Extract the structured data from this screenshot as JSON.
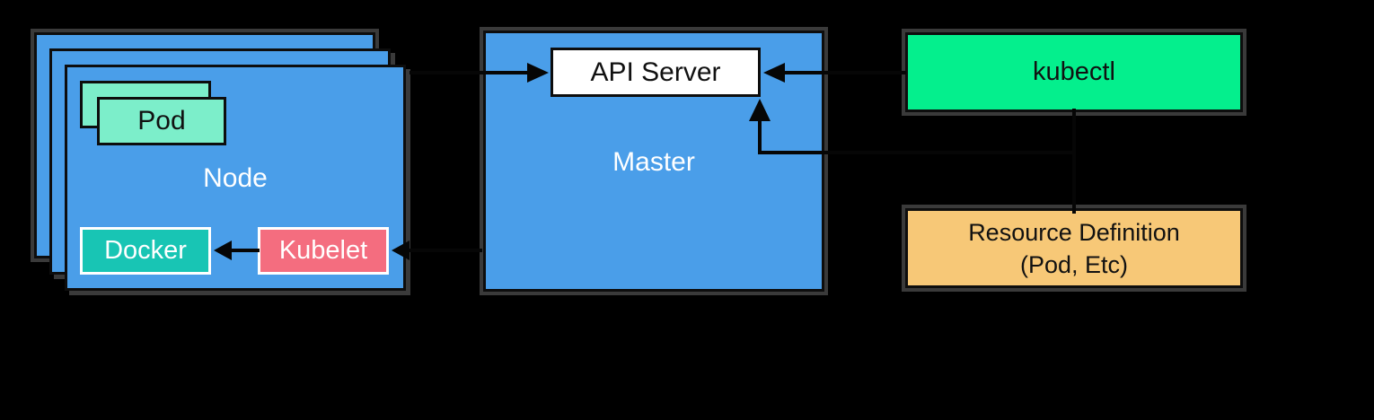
{
  "colors": {
    "background": "#000000",
    "node_blue": "#4a9ee9",
    "pod_mint": "#7ceeca",
    "docker_teal": "#18c5b4",
    "kubelet_pink": "#f46d7f",
    "kubectl_green": "#04ef8d",
    "resource_orange": "#f7c877",
    "shadow_gray": "#3a3a3a",
    "border_black": "#0d0d0d",
    "line_black": "#060606",
    "text_white": "#ffffff",
    "text_black": "#111111"
  },
  "boxes": {
    "node": {
      "label": "Node"
    },
    "pod": {
      "label": "Pod"
    },
    "docker": {
      "label": "Docker"
    },
    "kubelet": {
      "label": "Kubelet"
    },
    "master": {
      "label": "Master"
    },
    "api_server": {
      "label": "API Server"
    },
    "kubectl": {
      "label": "kubectl"
    },
    "resource_definition": {
      "line1": "Resource Definition",
      "line2": "(Pod, Etc)"
    }
  },
  "arrows": [
    {
      "name": "kubelet-to-docker",
      "from": "Kubelet",
      "to": "Docker"
    },
    {
      "name": "right-into-kubelet",
      "from": "offscreen-right",
      "to": "Kubelet"
    },
    {
      "name": "left-into-api-server",
      "from": "offscreen-left",
      "to": "API Server"
    },
    {
      "name": "kubectl-to-api-server",
      "from": "kubectl",
      "to": "API Server"
    },
    {
      "name": "elbow-into-api-server-bottom",
      "from": "right-side",
      "to": "API Server bottom"
    },
    {
      "name": "kubectl-to-resource-definition",
      "from": "kubectl",
      "to": "Resource Definition"
    }
  ]
}
